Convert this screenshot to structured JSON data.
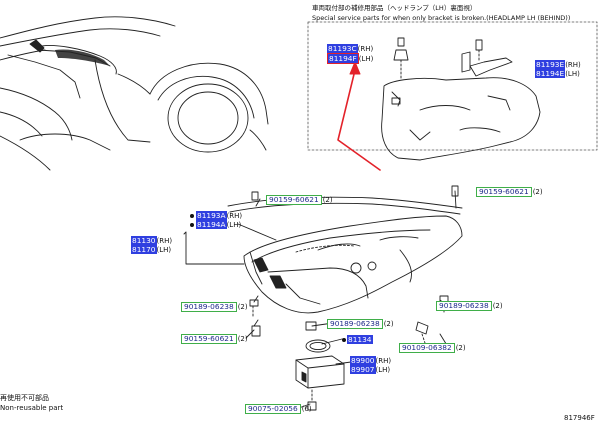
{
  "header": {
    "title_jp": "車両取付部の補修用部品（ヘッドランプ（LH）裏面視）",
    "title_en": "Special service parts for when only bracket is broken.(HEADLAMP LH (BEHIND))"
  },
  "callout_top_left": {
    "part_rh": "81193C",
    "side_rh": "(RH)",
    "part_lh": "81194F",
    "side_lh": "(LH)"
  },
  "callout_top_right": {
    "part_rh": "81193E",
    "side_rh": "(RH)",
    "part_lh": "81194E",
    "side_lh": "(LH)"
  },
  "main": {
    "bracket_rh": "81193A",
    "bracket_rh_side": "(RH)",
    "bracket_lh": "81194A",
    "bracket_lh_side": "(LH)",
    "unit_rh": "81130",
    "unit_rh_side": "(RH)",
    "unit_lh": "81170",
    "unit_lh_side": "(LH)",
    "screw_left": "90159-60621",
    "screw_left_qty": "(2)",
    "screw_right": "90159-60621",
    "screw_right_qty": "(2)",
    "nut_left": "90189-06238",
    "nut_left_qty": "(2)",
    "nut_right": "90189-06238",
    "nut_right_qty": "(2)",
    "screw_lower_left": "90159-60621",
    "screw_lower_left_qty": "(2)",
    "nut_center": "90189-06238",
    "nut_center_qty": "(2)",
    "socket": "81134",
    "clip_right": "90109-06382",
    "clip_right_qty": "(2)",
    "computer_1": "89900",
    "computer_1_side": "(RH)",
    "computer_2": "89907",
    "computer_2_side": "(LH)",
    "screw_bottom": "90075-02056",
    "screw_bottom_qty": "(6)"
  },
  "legend": {
    "non_reusable_jp": "再使用不可部品",
    "non_reusable_en": "Non-reusable part"
  },
  "figure_code": "817946F",
  "colors": {
    "highlight_blue": "#2f3fe0",
    "label_border_green": "#3fae49",
    "callout_red": "#e3222a",
    "line": "#222222"
  }
}
